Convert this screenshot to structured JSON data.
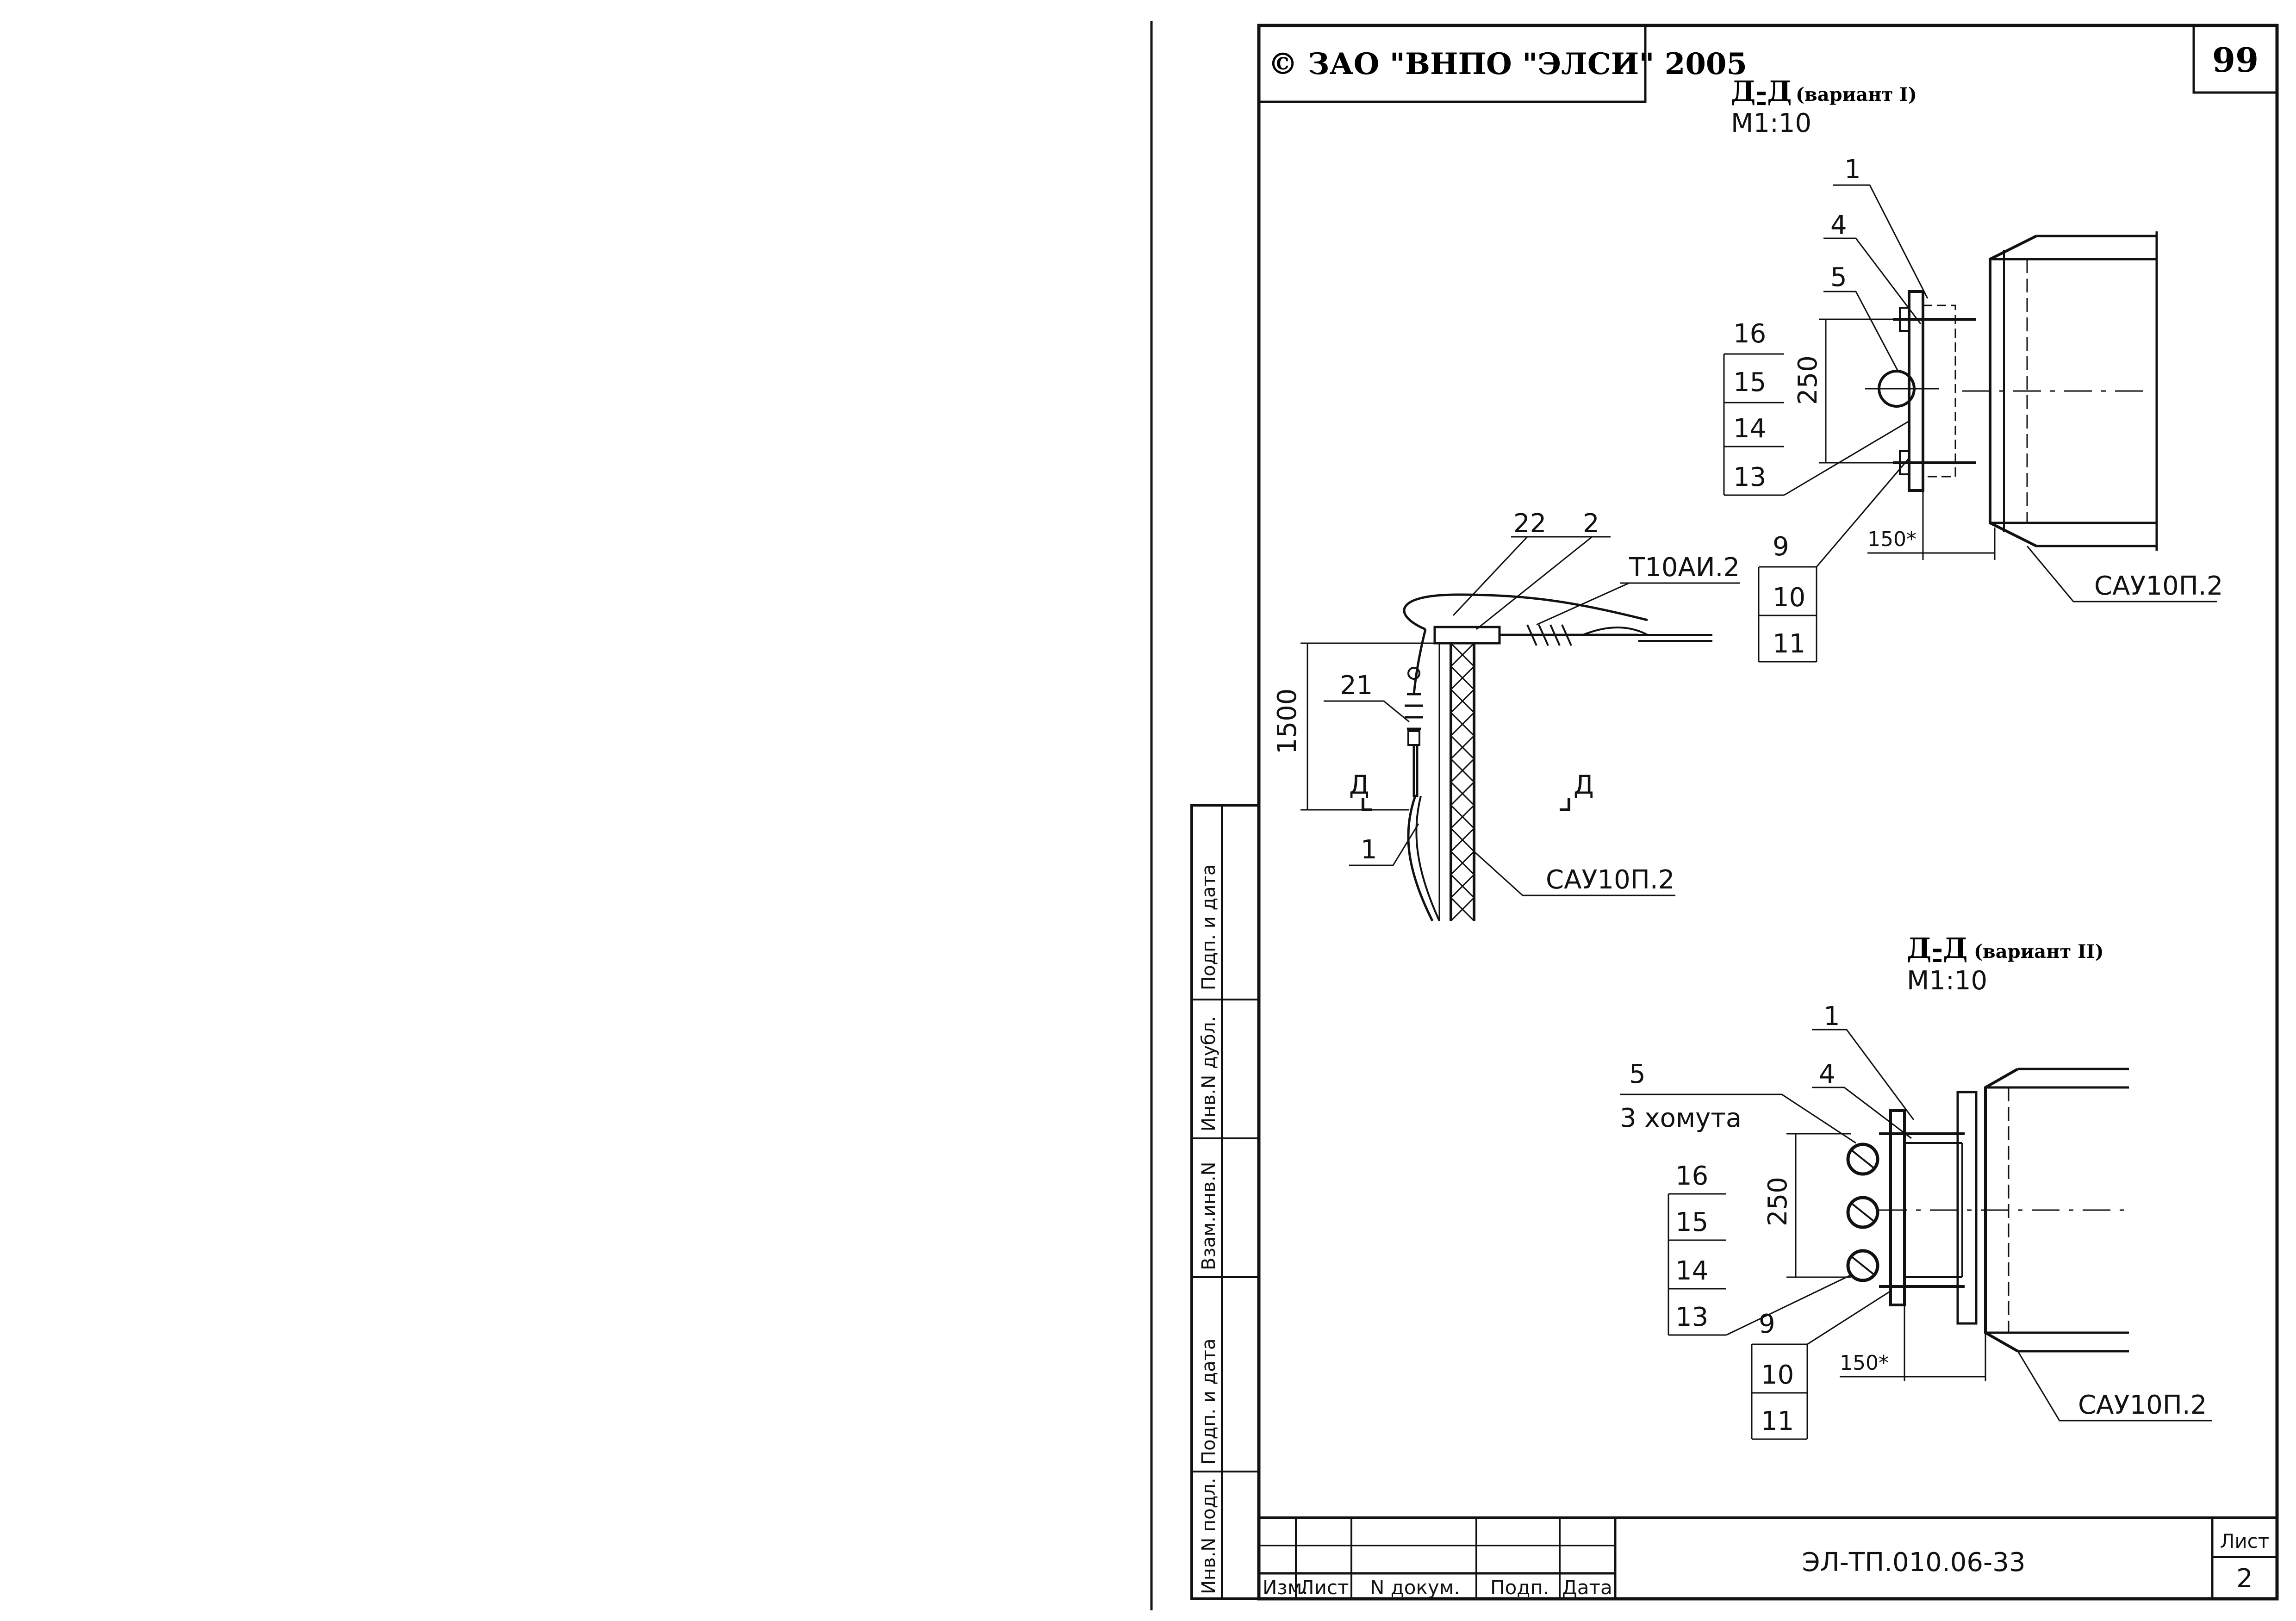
{
  "header": {
    "copyright": "© ЗАО \"ВНПО \"ЭЛСИ\" 2005",
    "page_number": "99"
  },
  "section1": {
    "title": "Д-Д",
    "variant": "(вариант I)",
    "scale": "М1:10",
    "callouts": [
      "1",
      "4",
      "5",
      "16",
      "15",
      "14",
      "13",
      "9",
      "10",
      "11"
    ],
    "dim_height": "250",
    "dim_width": "150*",
    "ref": "САУ10П.2"
  },
  "section2": {
    "title": "Д-Д",
    "variant": "(вариант II)",
    "scale": "М1:10",
    "callouts": [
      "1",
      "4",
      "5",
      "16",
      "15",
      "14",
      "13",
      "9",
      "10",
      "11"
    ],
    "clamp_note": "3 хомута",
    "dim_height": "250",
    "dim_width": "150*",
    "ref": "САУ10П.2"
  },
  "elevation": {
    "callouts": [
      "22",
      "2",
      "21",
      "1"
    ],
    "insulator": "Т10АИ.2",
    "dim_height": "1500",
    "section_mark": "Д",
    "ref": "САУ10П.2"
  },
  "side_stamp": [
    "Подп. и дата",
    "Инв.N дубл.",
    "Взам.инв.N",
    "Подп. и дата",
    "Инв.N подл."
  ],
  "title_block": {
    "columns": [
      "Изм.",
      "Лист",
      "N докум.",
      "Подп.",
      "Дата"
    ],
    "designation": "ЭЛ-ТП.010.06-33",
    "sheet_label": "Лист",
    "sheet_number": "2"
  }
}
